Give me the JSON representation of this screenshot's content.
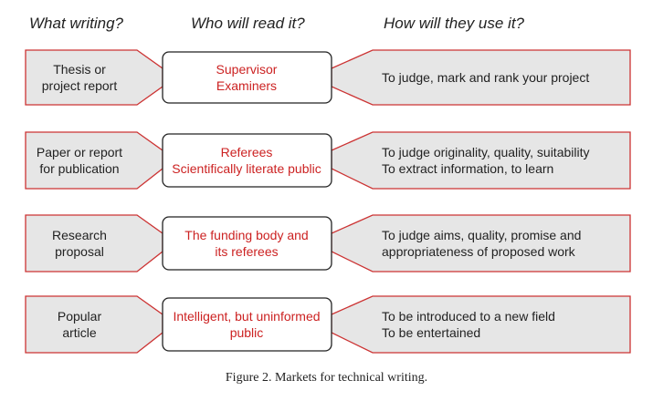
{
  "headers": {
    "what": "What writing?",
    "who": "Who will read it?",
    "how": "How will they use it?"
  },
  "rows": [
    {
      "what": [
        "Thesis  or",
        "project report"
      ],
      "who": [
        "Supervisor",
        "Examiners"
      ],
      "how": [
        "To judge, mark and rank your project"
      ]
    },
    {
      "what": [
        "Paper or report",
        "for publication"
      ],
      "who": [
        "Referees",
        "Scientifically literate public"
      ],
      "how": [
        "To judge originality, quality, suitability",
        "To extract information, to learn"
      ]
    },
    {
      "what": [
        "Research",
        "proposal"
      ],
      "who": [
        "The funding body and",
        "its referees"
      ],
      "how": [
        "To judge aims, quality, promise and",
        "appropriateness of proposed work"
      ]
    },
    {
      "what": [
        "Popular",
        "article"
      ],
      "who": [
        "Intelligent, but uninformed",
        "public"
      ],
      "how": [
        "To be introduced to a new field",
        "To be entertained"
      ]
    }
  ],
  "caption": "Figure 2. Markets for technical writing.",
  "colors": {
    "arrow_fill": "#e6e6e6",
    "arrow_stroke": "#cc3333",
    "box_stroke": "#222222",
    "reader_text": "#cc2222"
  }
}
